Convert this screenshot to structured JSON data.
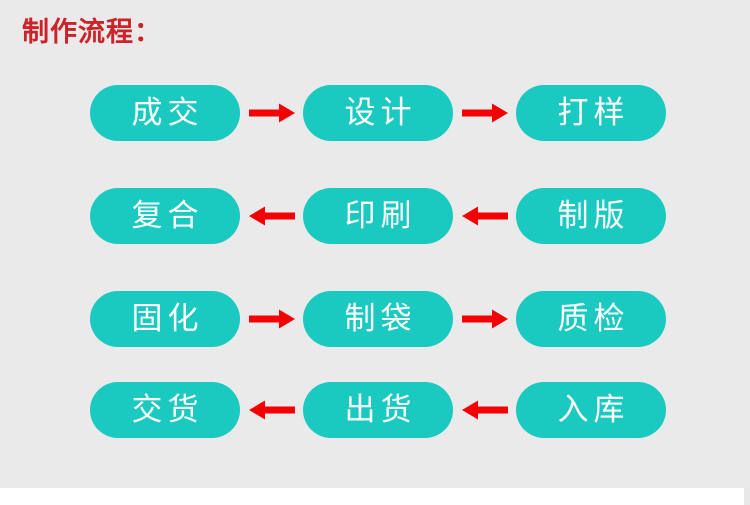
{
  "page": {
    "title": "制作流程：",
    "title_color": "#cc2229",
    "background_color": "#eaeaea",
    "node_color": "#1ac9c0",
    "node_text_color": "#ffffff",
    "arrow_color": "#f40004"
  },
  "flow": {
    "rows": [
      {
        "direction": "right",
        "arrow_icon": "arrow-right-icon",
        "nodes": [
          {
            "label": "成交"
          },
          {
            "label": "设计"
          },
          {
            "label": "打样"
          }
        ]
      },
      {
        "direction": "left",
        "arrow_icon": "arrow-left-icon",
        "nodes": [
          {
            "label": "复合"
          },
          {
            "label": "印刷"
          },
          {
            "label": "制版"
          }
        ]
      },
      {
        "direction": "right",
        "arrow_icon": "arrow-right-icon",
        "nodes": [
          {
            "label": "固化"
          },
          {
            "label": "制袋"
          },
          {
            "label": "质检"
          }
        ]
      },
      {
        "direction": "left",
        "arrow_icon": "arrow-left-icon",
        "nodes": [
          {
            "label": "交货"
          },
          {
            "label": "出货"
          },
          {
            "label": "入库"
          }
        ]
      }
    ]
  }
}
